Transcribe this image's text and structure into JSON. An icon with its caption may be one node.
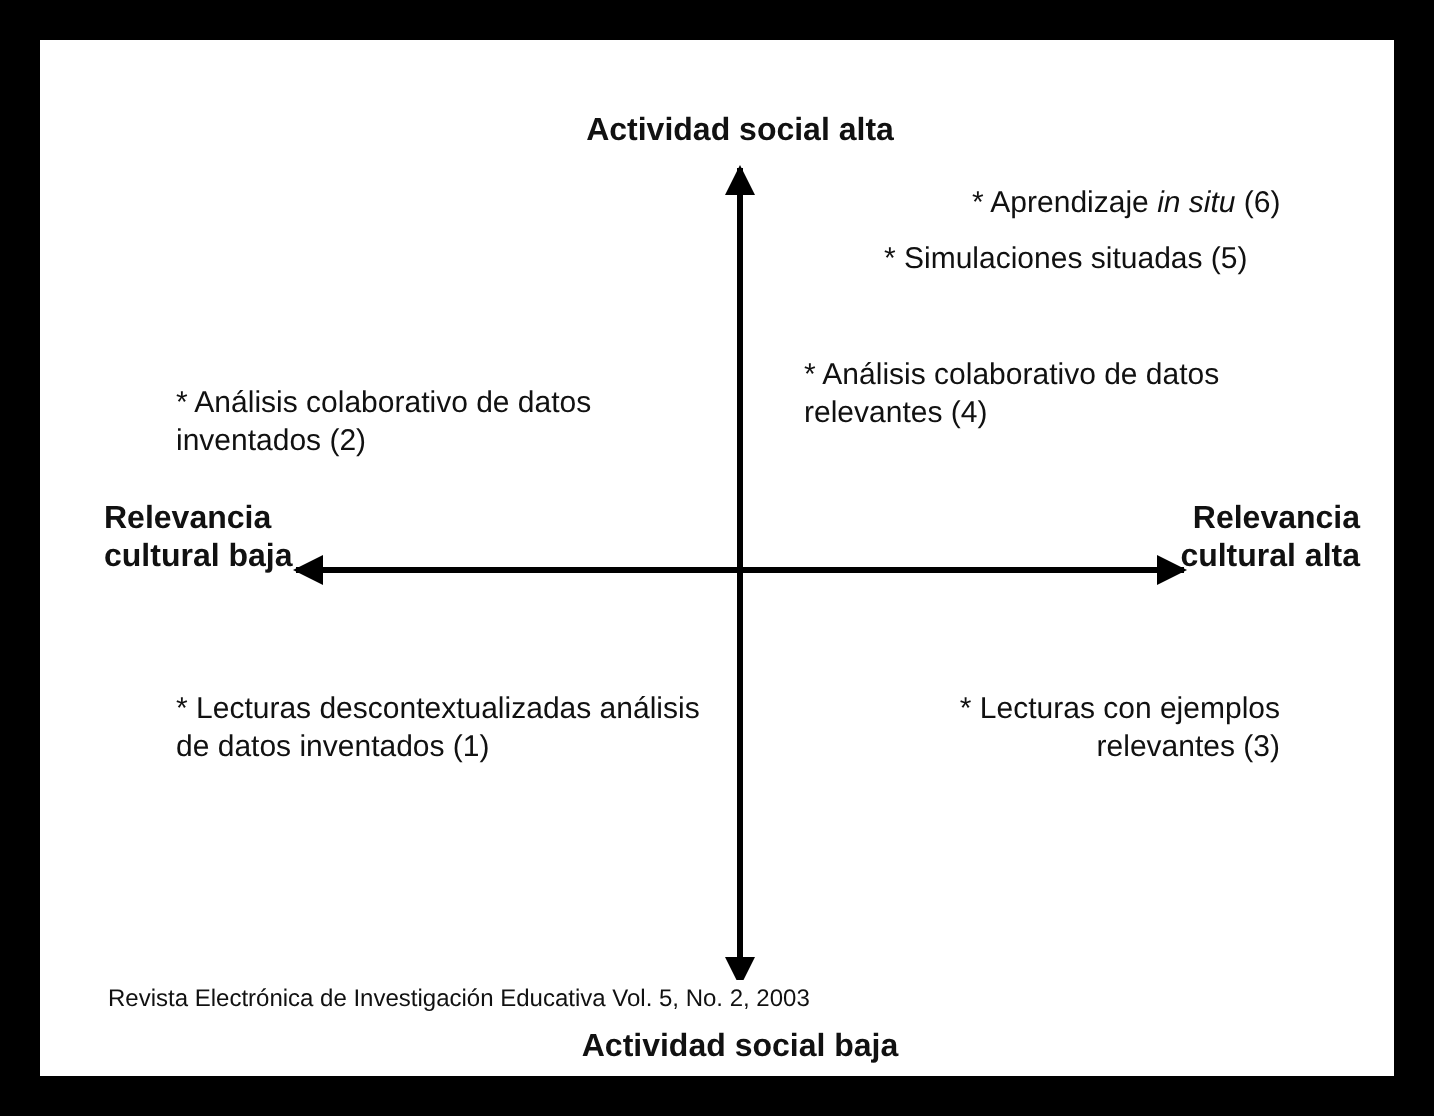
{
  "diagram": {
    "labels": [
      "Actividad social alta",
      "* Aprendizaje *in situ* (6)",
      "* Simulaciones situadas (5)",
      "* Análisis colaborativo de datos relevantes (4)",
      "* Análisis colaborativo de datos inventados (2)",
      "Relevancia cultural baja",
      "Relevancia cultural alta",
      "* Lecturas descontextualizadas análisis de datos inventados (1)",
      "* Lecturas con ejemplos relevantes (3)",
      "Revista Electrónica de Investigación Educativa Vol. 5, No. 2, 2003",
      "Actividad social baja"
    ]
  }
}
